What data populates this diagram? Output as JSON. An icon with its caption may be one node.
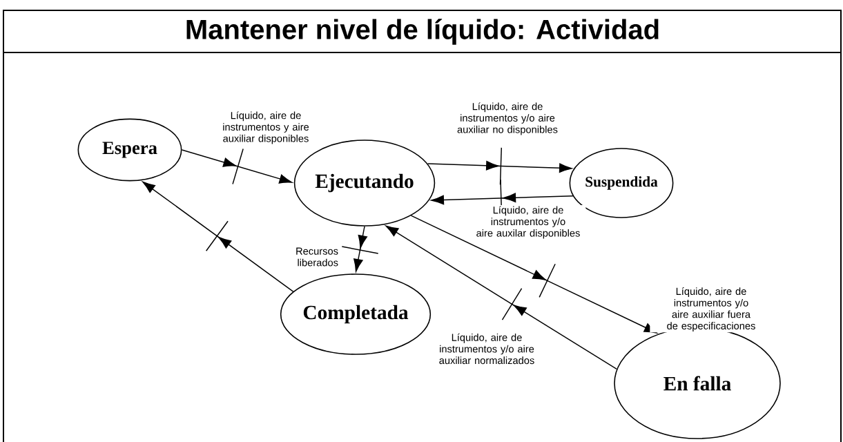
{
  "diagram": {
    "title": "Mantener nivel de líquido: Actividad",
    "nodes": [
      {
        "text": [
          "Espera"
        ]
      },
      {
        "text": [
          "Ejecutando"
        ]
      },
      {
        "text": [
          "Suspendida"
        ]
      },
      {
        "text": [
          "Completada"
        ]
      },
      {
        "text": [
          "En falla"
        ]
      }
    ],
    "edges": [
      {
        "from": 0,
        "to": 1,
        "arrow": "to",
        "label": "Líquido, aire de instrumentos y aire auxiliar disponibles"
      },
      {
        "from": 1,
        "to": 2,
        "arrow": "to",
        "label": "Líquido, aire de instrumentos y/o aire auxiliar no disponibles"
      },
      {
        "from": 2,
        "to": 1,
        "arrow": "to",
        "label": "Líquido, aire de instrumentos y/o aire auxilar disponibles"
      },
      {
        "from": 1,
        "to": 3,
        "arrow": "to",
        "label": "Recursos liberados"
      },
      {
        "from": 3,
        "to": 0,
        "arrow": "to"
      },
      {
        "from": 1,
        "to": 4,
        "arrow": "to",
        "label": "Líquido, aire de instrumentos y/o aire auxiliar fuera de especificaciones"
      },
      {
        "from": 4,
        "to": 1,
        "arrow": "to",
        "label": "Líquido, aire de instrumentos y/o aire auxiliar normalizados"
      }
    ]
  }
}
